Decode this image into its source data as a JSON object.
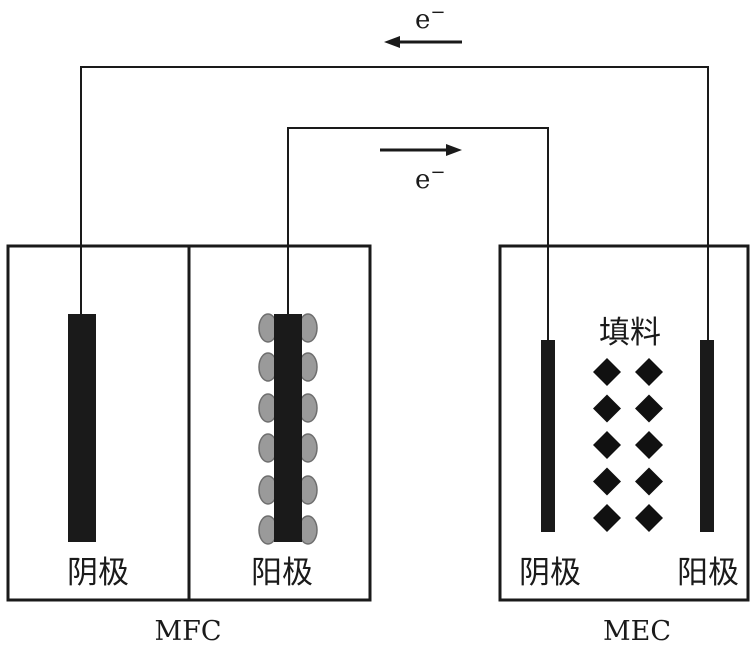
{
  "colors": {
    "line": "#1a1a1a",
    "electrode": "#1a1a1a",
    "bacteria": "#9a9a9a",
    "bacteria_stroke": "#6e6e6e",
    "filler": "#111111",
    "background": "#ffffff"
  },
  "electron_flow": {
    "top": {
      "label": "e",
      "superscript": "−",
      "direction": "left"
    },
    "middle": {
      "label": "e",
      "superscript": "−",
      "direction": "right"
    }
  },
  "mfc": {
    "label": "MFC",
    "cathode_label": "阴极",
    "anode_label": "阳极"
  },
  "mec": {
    "label": "MEC",
    "cathode_label": "阴极",
    "anode_label": "阳极",
    "filler_label": "填料",
    "filler_rows": 5,
    "filler_cols": 2
  }
}
